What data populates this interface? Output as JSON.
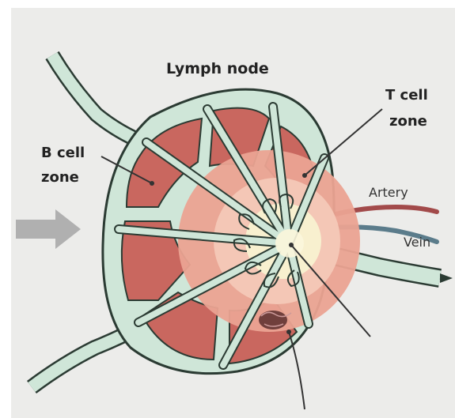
{
  "title": "Lymph node",
  "labels": {
    "b_cell_zone": [
      "B cell",
      "zone"
    ],
    "t_cell_zone": [
      "T cell",
      "zone"
    ],
    "artery": "Artery",
    "vein": "Vein"
  },
  "colors": {
    "background": "#ececea",
    "frame_white": "#ffffff",
    "capsule": "#cfe6d8",
    "capsule_outline": "#2b3b33",
    "b_cell_zone": "#c9675f",
    "b_cell_zone_inner": "#dd8a7e",
    "t_cell_zone": "#eba392",
    "t_cell_zone_inner": "#f4c7b6",
    "medulla": "#f8f0cf",
    "artery": "#a24a4a",
    "vein": "#5b7c8b",
    "arrow": "#b0b0b0",
    "leader_line": "#333333"
  }
}
